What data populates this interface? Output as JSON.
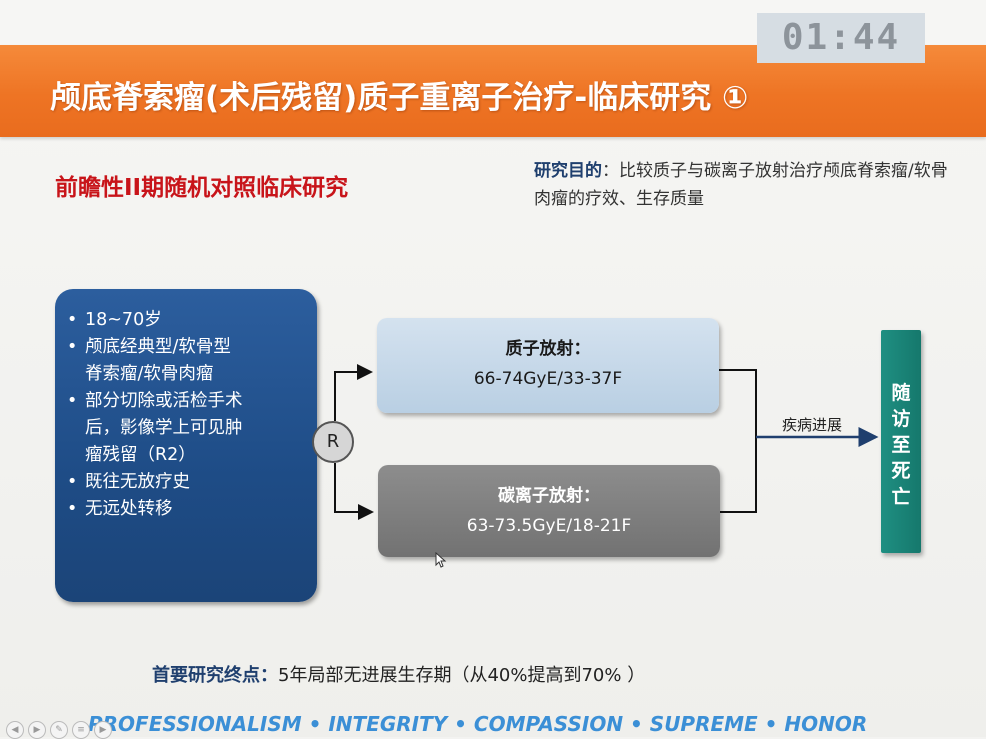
{
  "timer": "01:44",
  "title": "颅底脊索瘤(术后残留)质子重离子治疗-临床研究 ①",
  "subtitle": "前瞻性II期随机对照临床研究",
  "purpose": {
    "label": "研究目的",
    "text": "：比较质子与碳离子放射治疗颅底脊索瘤/软骨肉瘤的疗效、生存质量"
  },
  "criteria": [
    "18~70岁",
    "颅底经典型/软骨型\n脊索瘤/软骨肉瘤",
    "部分切除或活检手术\n后，影像学上可见肿\n瘤残留（R2）",
    "既往无放疗史",
    "无远处转移"
  ],
  "randomization": "R",
  "arms": [
    {
      "name": "质子放射：",
      "dose": "66-74GyE/33-37F"
    },
    {
      "name": "碳离子放射：",
      "dose": "63-73.5GyE/18-21F"
    }
  ],
  "progression_label": "疾病进展",
  "followup": "随访至死亡",
  "endpoint": {
    "label": "首要研究终点：",
    "text": "5年局部无进展生存期（从40%提高到70% ）"
  },
  "footer": "PROFESSIONALISM • INTEGRITY • COMPASSION • SUPREME • HONOR",
  "player_controls": [
    "back-icon",
    "play-icon",
    "edit-icon",
    "menu-icon",
    "forward-icon"
  ],
  "colors": {
    "accent_orange": "#ee7424",
    "criteria_blue": "#1e4c86",
    "subtitle_red": "#c8141a",
    "followup_teal": "#1a8579",
    "footer_blue": "#3b8fd6"
  }
}
